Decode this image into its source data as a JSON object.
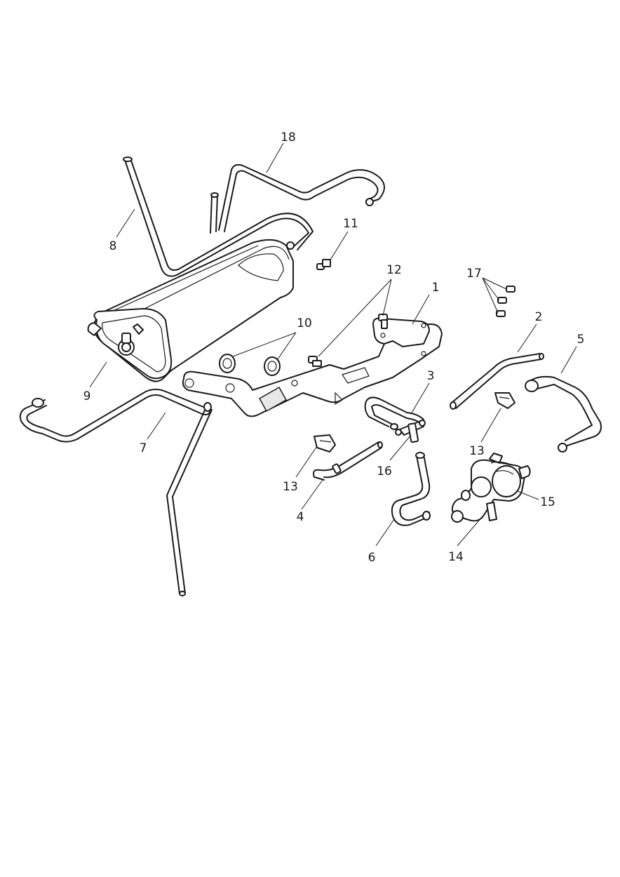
{
  "callouts": {
    "c1": "1",
    "c2": "2",
    "c3": "3",
    "c4": "4",
    "c5": "5",
    "c6": "6",
    "c7": "7",
    "c8": "8",
    "c9": "9",
    "c10": "10",
    "c11": "11",
    "c12": "12",
    "c13a": "13",
    "c13b": "13",
    "c14": "14",
    "c15": "15",
    "c16": "16",
    "c17": "17",
    "c18": "18"
  }
}
